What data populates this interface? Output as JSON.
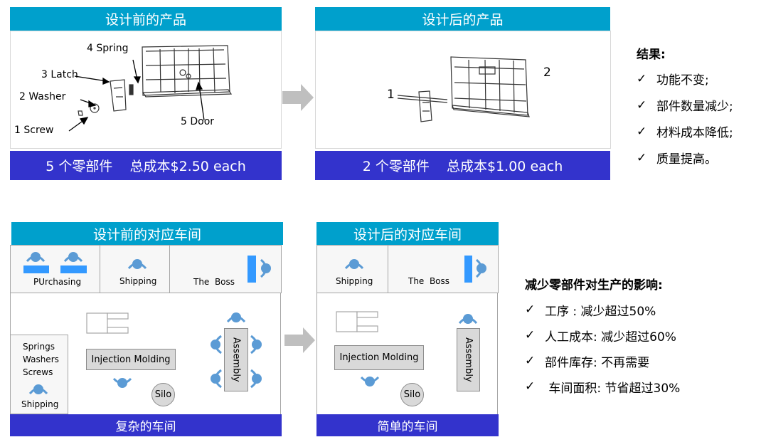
{
  "top_left": {
    "title": "设计前的产品",
    "labels": [
      "4  Spring",
      "3  Latch",
      "2  Washer",
      "1  Screw",
      "5  Door"
    ],
    "footer": "5 个零部件    总成本$2.50 each"
  },
  "top_right": {
    "title": "设计后的产品",
    "labels": [
      "1",
      "2"
    ],
    "footer": "2 个零部件    总成本$1.00 each"
  },
  "results": {
    "title": "结果:",
    "items": [
      "功能不变;",
      "部件数量减少;",
      "材料成本降低;",
      "质量提高。"
    ],
    "check": "✓"
  },
  "bottom_left": {
    "title": "设计前的对应车间",
    "purchasing": "PUrchasing",
    "shipping": "Shipping",
    "boss": "The  Boss",
    "stock": [
      "Springs",
      "Washers",
      "Screws"
    ],
    "stock_shipping": "Shipping",
    "molding": "Injection Molding",
    "silo": "Silo",
    "assembly": "Assembly",
    "footer": "复杂的车间"
  },
  "bottom_right": {
    "title": "设计后的对应车间",
    "shipping": "Shipping",
    "boss": "The  Boss",
    "molding": "Injection Molding",
    "silo": "Silo",
    "assembly": "Assembly",
    "footer": "简单的车间"
  },
  "impact": {
    "title": "减少零部件对生产的影响:",
    "items": [
      "工序 : 减少超过50%",
      "人工成本:  减少超过60%",
      "部件库存:  不再需要",
      " 车间面积: 节省超过30%"
    ],
    "check": "✓"
  },
  "colors": {
    "header": "#00A0CC",
    "footer": "#3333CC",
    "person": "#5B9BD5",
    "desk": "#3399FF"
  }
}
